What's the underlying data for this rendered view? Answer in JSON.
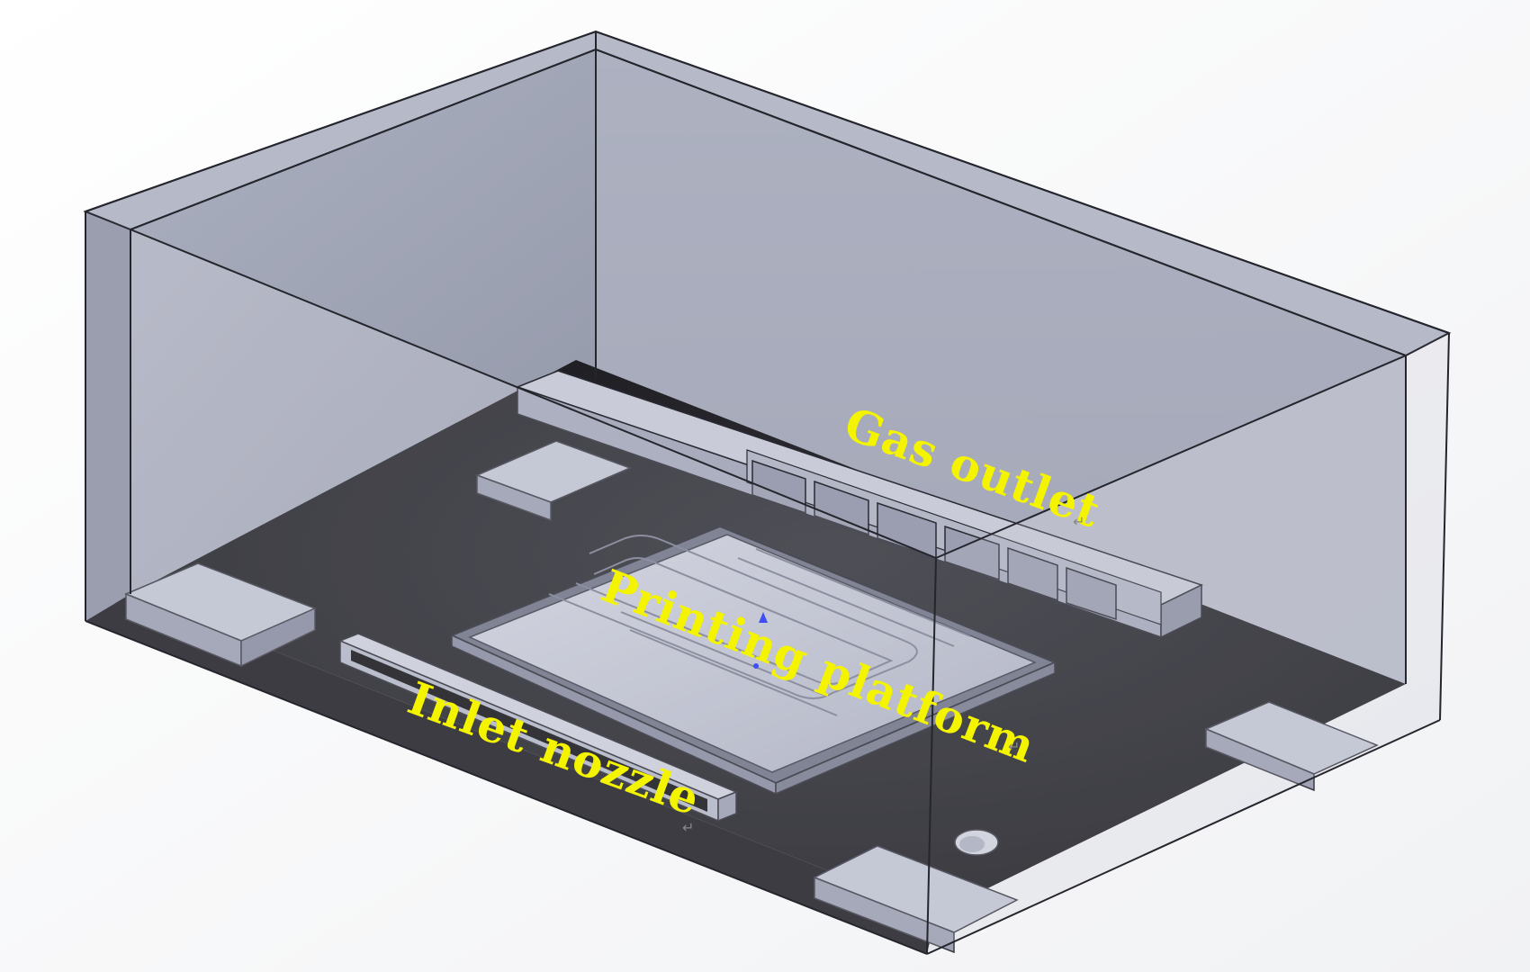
{
  "labels": {
    "gas_outlet": "Gas outlet",
    "printing_platform": "Printing platform",
    "inlet_nozzle": "Inlet nozzle",
    "return_mark": "↵"
  },
  "colors": {
    "label": "#f4f400",
    "floor": "#1b1b1f",
    "glass": "#8e93a6",
    "glass_light": "#c7cad6",
    "part": "#bfc3d2",
    "edge": "#2a2a33",
    "marker": "#1a2cff"
  }
}
